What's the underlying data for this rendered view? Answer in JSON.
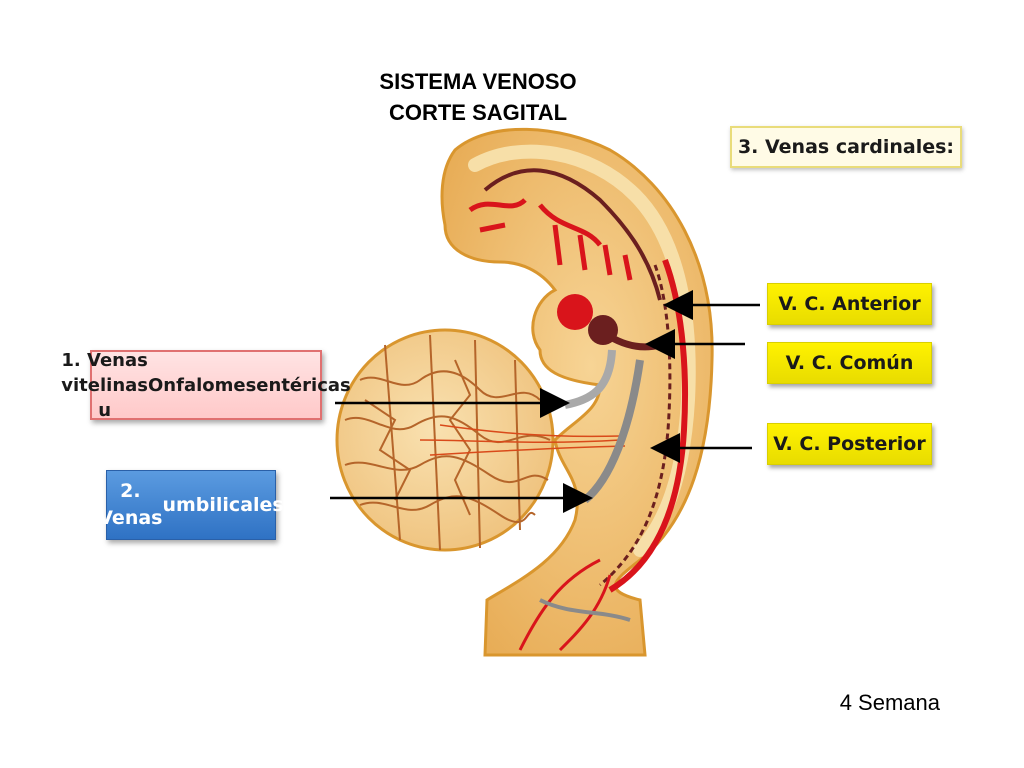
{
  "title": {
    "line1": "SISTEMA VENOSO",
    "line2": "CORTE SAGITAL"
  },
  "labels": {
    "cardinales": "3. Venas cardinales:",
    "anterior": "V. C. Anterior",
    "comun": "V. C. Común",
    "posterior": "V. C. Posterior",
    "vitelinas_line1": "1. Venas vitelinas  u",
    "vitelinas_line2": "Onfalomesentéricas",
    "umbilicales_line1": "2. Venas",
    "umbilicales_line2": "umbilicales"
  },
  "footer": "4 Semana",
  "colors": {
    "embryo_tissue": "#f2c27a",
    "embryo_outline": "#d9962e",
    "vein_red": "#d9141b",
    "vein_dark": "#6b1f1f",
    "yolk_fill": "#f6d79c",
    "yolk_vessels": "#b5652a",
    "label_yellow": "#fff200",
    "label_pink": "#ffd6d6",
    "label_blue": "#3a7fd0"
  },
  "icons": {
    "arrow": "arrow-right-left-icon"
  }
}
